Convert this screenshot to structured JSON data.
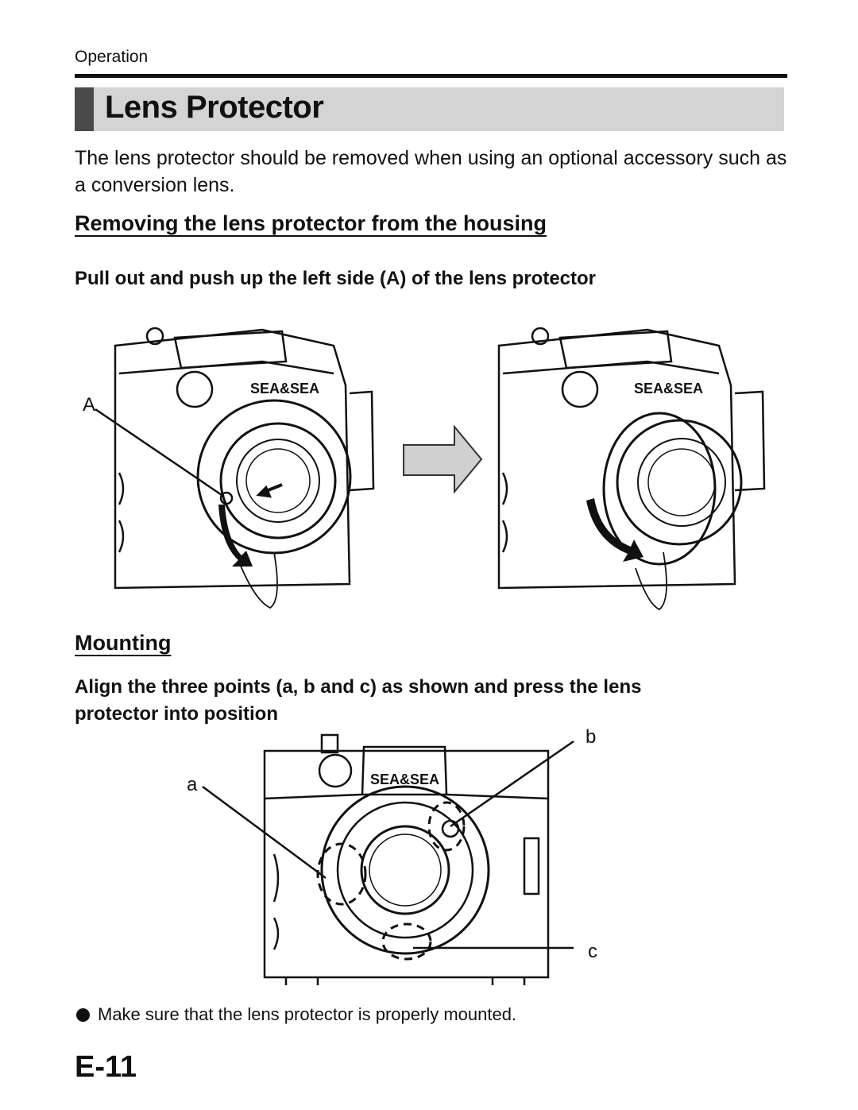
{
  "header": {
    "section": "Operation"
  },
  "title": "Lens Protector",
  "intro": "The lens protector should be removed when using an optional accessory such as a conversion lens.",
  "removing": {
    "heading": "Removing the lens protector from the housing",
    "instruction": "Pull out and push up the left side (A) of the lens protector",
    "label_a": "A",
    "brand": "SEA&SEA"
  },
  "mounting": {
    "heading": "Mounting",
    "instruction": "Align the three points (a, b and c) as shown and press the lens protector into position",
    "label_a": "a",
    "label_b": "b",
    "label_c": "c"
  },
  "note": "Make sure that the lens protector is properly mounted.",
  "page_number": "E-11"
}
